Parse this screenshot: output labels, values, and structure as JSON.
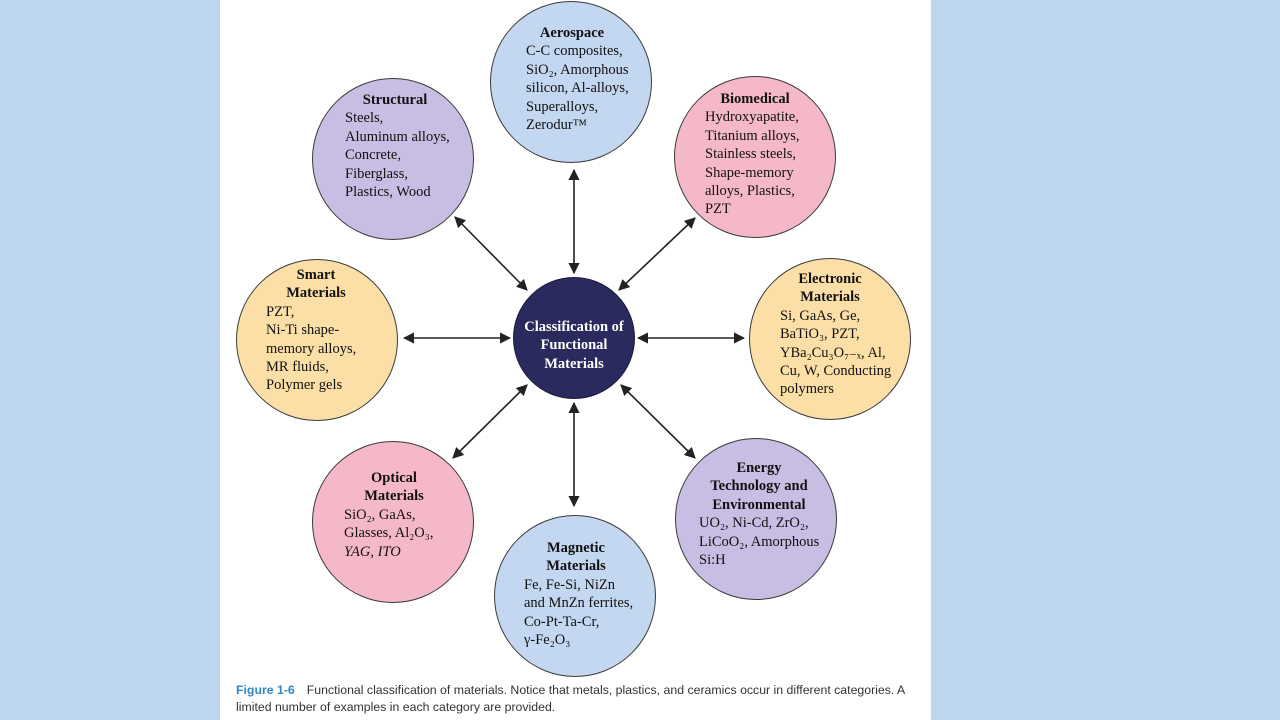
{
  "center": {
    "lines": [
      "Classification of",
      "Functional",
      "Materials"
    ]
  },
  "nodes": {
    "aerospace": {
      "title": [
        "Aerospace"
      ],
      "lines": [
        "C-C composites,",
        "SiO₂, Amorphous",
        "silicon, Al-alloys,",
        "Superalloys,",
        "Zerodur™"
      ],
      "fill": "#c3d7f0"
    },
    "biomedical": {
      "title": [
        "Biomedical"
      ],
      "lines": [
        "Hydroxyapatite,",
        "Titanium alloys,",
        "Stainless steels,",
        "Shape-memory",
        "alloys, Plastics,",
        "PZT"
      ],
      "fill": "#f5b8c8"
    },
    "electronic": {
      "title": [
        "Electronic",
        "Materials"
      ],
      "lines": [
        "Si, GaAs, Ge,",
        "BaTiO₃, PZT,",
        "YBa₂Cu₃O₇₋ₓ, Al,",
        "Cu, W, Conducting",
        "polymers"
      ],
      "fill": "#fbdfa6"
    },
    "energy": {
      "title": [
        "Energy",
        "Technology and",
        "Environmental"
      ],
      "lines": [
        "UO₂, Ni-Cd, ZrO₂,",
        "LiCoO₂, Amorphous",
        "Si:H"
      ],
      "fill": "#c8bde2"
    },
    "magnetic": {
      "title": [
        "Magnetic",
        "Materials"
      ],
      "lines": [
        "Fe, Fe-Si, NiZn",
        "and MnZn ferrites,",
        "Co-Pt-Ta-Cr,",
        "γ-Fe₂O₃"
      ],
      "fill": "#c3d7f0"
    },
    "optical": {
      "title": [
        "Optical",
        "Materials"
      ],
      "lines": [
        "SiO₂, GaAs,",
        "Glasses, Al₂O₃,",
        "YAG, ITO"
      ],
      "fill": "#f5b8c8"
    },
    "smart": {
      "title": [
        "Smart",
        "Materials"
      ],
      "lines": [
        "PZT,",
        "Ni-Ti shape-",
        "memory alloys,",
        "MR fluids,",
        "Polymer gels"
      ],
      "fill": "#fbdfa6"
    },
    "structural": {
      "title": [
        "Structural"
      ],
      "lines": [
        "Steels,",
        "Aluminum alloys,",
        "Concrete,",
        "Fiberglass,",
        "Plastics, Wood"
      ],
      "fill": "#c8bde2"
    }
  },
  "caption": {
    "label": "Figure 1-6",
    "text": "Functional classification of materials. Notice that metals, plastics, and ceramics occur in different categories. A limited number of examples in each category are provided."
  }
}
